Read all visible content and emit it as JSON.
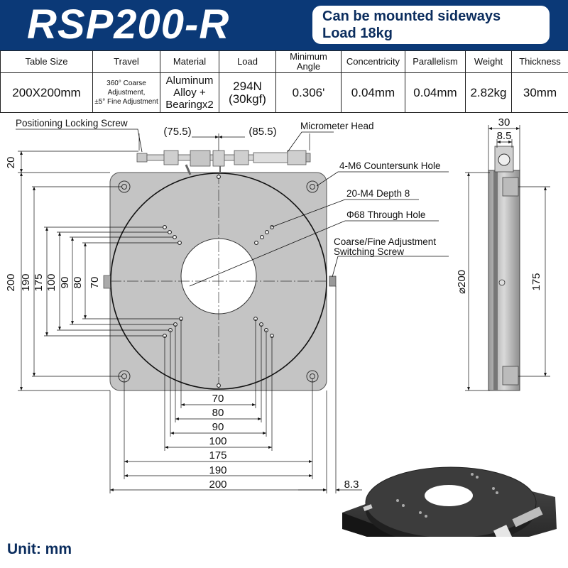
{
  "header": {
    "model": "RSP200-R",
    "note_line1": "Can be mounted sideways",
    "note_line2": "Load 18kg"
  },
  "spec_table": {
    "headers": {
      "table_size": "Table Size",
      "travel": "Travel",
      "material": "Material",
      "load": "Load",
      "min_angle_1": "Minimum",
      "min_angle_2": "Angle",
      "concentricity": "Concentricity",
      "parallelism": "Parallelism",
      "weight": "Weight",
      "thickness": "Thickness"
    },
    "values": {
      "table_size": "200X200mm",
      "travel_1": "360° Coarse",
      "travel_2": "Adjustment,",
      "travel_3": "±5° Fine Adjustment",
      "material_1": "Aluminum",
      "material_2": "Alloy +",
      "material_3": "Bearingx2",
      "load_1": "294N",
      "load_2": "(30kgf)",
      "min_angle": "0.306'",
      "concentricity": "0.04mm",
      "parallelism": "0.04mm",
      "weight": "2.82kg",
      "thickness": "30mm"
    }
  },
  "callouts": {
    "positioning_screw": "Positioning Locking Screw",
    "micrometer": "Micrometer Head",
    "countersunk": "4-M6 Countersunk Hole",
    "m4_depth": "20-M4 Depth 8",
    "through_hole": "Φ68 Through Hole",
    "switch_screw_1": "Coarse/Fine Adjustment",
    "switch_screw_2": "Switching Screw"
  },
  "dimensions": {
    "top_left": "(75.5)",
    "top_right": "(85.5)",
    "offset_20": "20",
    "left_200": "200",
    "left_190": "190",
    "left_175": "175",
    "left_100": "100",
    "left_90": "90",
    "left_80": "80",
    "left_70": "70",
    "bottom_70": "70",
    "bottom_80": "80",
    "bottom_90": "90",
    "bottom_100": "100",
    "bottom_175": "175",
    "bottom_190": "190",
    "bottom_200": "200",
    "bottom_8_3": "8.3",
    "side_30": "30",
    "side_8_5": "8.5",
    "side_dia_200": "⌀200",
    "side_175": "175"
  },
  "footer": {
    "unit": "Unit: mm"
  },
  "colors": {
    "header_bg": "#0b3977",
    "plate": "#c4c4c4",
    "text_blue": "#0b2d5e"
  }
}
